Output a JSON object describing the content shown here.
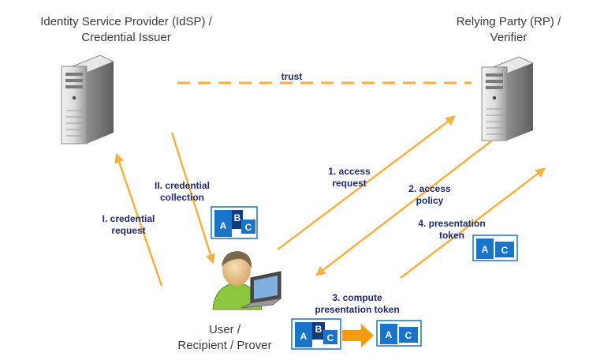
{
  "actors": {
    "idsp": {
      "line1": "Identity Service Provider (IdSP) /",
      "line2": "Credential Issuer"
    },
    "rp": {
      "line1": "Relying Party  (RP) /",
      "line2": "Verifier"
    },
    "user": {
      "line1": "User /",
      "line2": "Recipient / Prover"
    }
  },
  "flows": {
    "trust": "trust",
    "step_I": {
      "line1": "I. credential",
      "line2": "request"
    },
    "step_II": {
      "line1": "II. credential",
      "line2": "collection"
    },
    "step_1": {
      "line1": "1. access",
      "line2": "request"
    },
    "step_2": {
      "line1": "2. access",
      "line2": "policy"
    },
    "step_3": {
      "line1": "3. compute",
      "line2": "presentation token"
    },
    "step_4": {
      "line1": "4. presentation",
      "line2": "token"
    }
  },
  "credentials": {
    "full": [
      "A",
      "B",
      "C"
    ],
    "token": [
      "A",
      "C"
    ]
  },
  "colors": {
    "arrow": "#f5b041",
    "arrow_big": "#f39c12",
    "label": "#1f2a6b",
    "card_blue": "#1a74c9",
    "card_navy": "#133c7a",
    "server": "#b9b9b9"
  }
}
